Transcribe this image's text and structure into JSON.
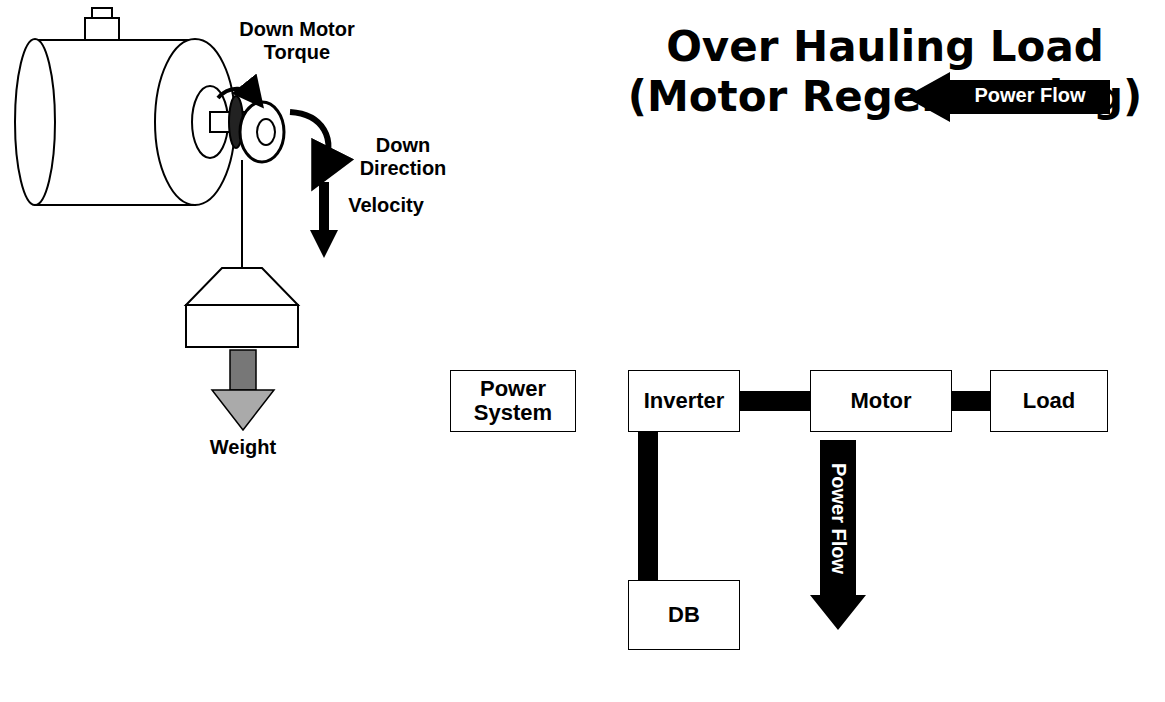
{
  "diagram": {
    "title": "Over Hauling Load (Motor Regenerating)",
    "nodes": [
      {
        "text": [
          "Power System"
        ]
      },
      {
        "text": [
          "Inverter"
        ]
      },
      {
        "text": [
          "Motor"
        ]
      },
      {
        "text": [
          "Load"
        ]
      },
      {
        "text": [
          "DB"
        ]
      }
    ],
    "edges": [
      {
        "from": 1,
        "to": 2,
        "arrow": "none"
      },
      {
        "from": 2,
        "to": 3,
        "arrow": "none"
      },
      {
        "from": 1,
        "to": 4,
        "arrow": "none"
      }
    ],
    "labels": [
      "Down Motor Torque",
      "Down Direction",
      "Velocity",
      "Weight",
      "Power Flow",
      "Power Flow"
    ]
  }
}
